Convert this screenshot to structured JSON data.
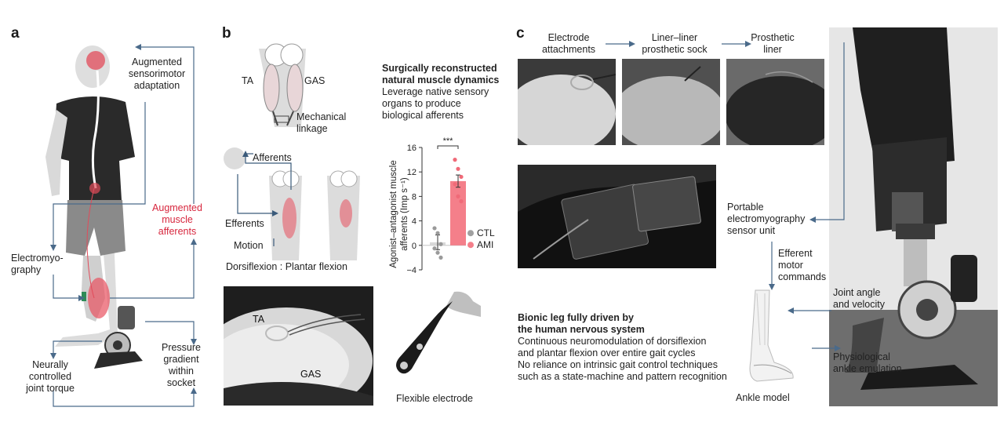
{
  "panels": {
    "a": "a",
    "b": "b",
    "c": "c"
  },
  "panel_a": {
    "augmented_sensorimotor": "Augmented\nsensorimotor\nadaptation",
    "augmented_muscle": "Augmented\nmuscle\nafferents",
    "electromyography": "Electromyo-\ngraphy",
    "neurally_controlled": "Neurally\ncontrolled\njoint torque",
    "pressure_gradient": "Pressure\ngradient\nwithin\nsocket",
    "accent_color": "#d7263d"
  },
  "panel_b": {
    "muscle_labels": {
      "ta": "TA",
      "gas": "GAS",
      "mechanical_linkage": "Mechanical\nlinkage"
    },
    "afferents": "Afferents",
    "efferents": "Efferents",
    "motion": "Motion",
    "dorsi_plantar": "Dorsiflexion : Plantar flexion",
    "title": "Surgically reconstructed\nnatural muscle dynamics",
    "description": "Leverage native sensory\norgans to produce\nbiological afferents",
    "photo_ta": "TA",
    "photo_gas": "GAS",
    "flexible_electrode": "Flexible electrode"
  },
  "chart_data": {
    "type": "bar",
    "categories": [
      "CTL",
      "AMI"
    ],
    "values": [
      0.5,
      10.5
    ],
    "error": [
      1.2,
      1.0
    ],
    "points": {
      "CTL": [
        2.8,
        2.0,
        0.2,
        -0.5,
        -1.2,
        -2.0
      ],
      "AMI": [
        14.0,
        12.5,
        11.2,
        10.0,
        8.0,
        7.2
      ]
    },
    "ylabel": "Agonist–antagonist muscle\nafferents (Imp s⁻¹)",
    "ylim": [
      -4,
      16
    ],
    "yticks": [
      -4,
      0,
      4,
      8,
      12,
      16
    ],
    "significance": "***",
    "legend": [
      {
        "name": "CTL",
        "color": "#a0a0a0"
      },
      {
        "name": "AMI",
        "color": "#f47f8a"
      }
    ],
    "legend_placement": "right"
  },
  "panel_c": {
    "electrode_attachments": "Electrode\nattachments",
    "liner_sock": "Liner–liner\nprosthetic sock",
    "prosthetic_liner": "Prosthetic\nliner",
    "portable_emg": "Portable\nelectromyography\nsensor unit",
    "efferent_motor": "Efferent\nmotor\ncommands",
    "joint_angle": "Joint angle\nand velocity",
    "physiological_ankle": "Physiological\nankle emulation",
    "bionic_title": "Bionic leg fully driven by\nthe human nervous system",
    "bionic_desc": "Continuous neuromodulation of dorsiflexion\nand plantar flexion over entire gait cycles\nNo reliance on intrinsic gait control techniques\nsuch as a state-machine and pattern recognition",
    "ankle_model": "Ankle model"
  }
}
